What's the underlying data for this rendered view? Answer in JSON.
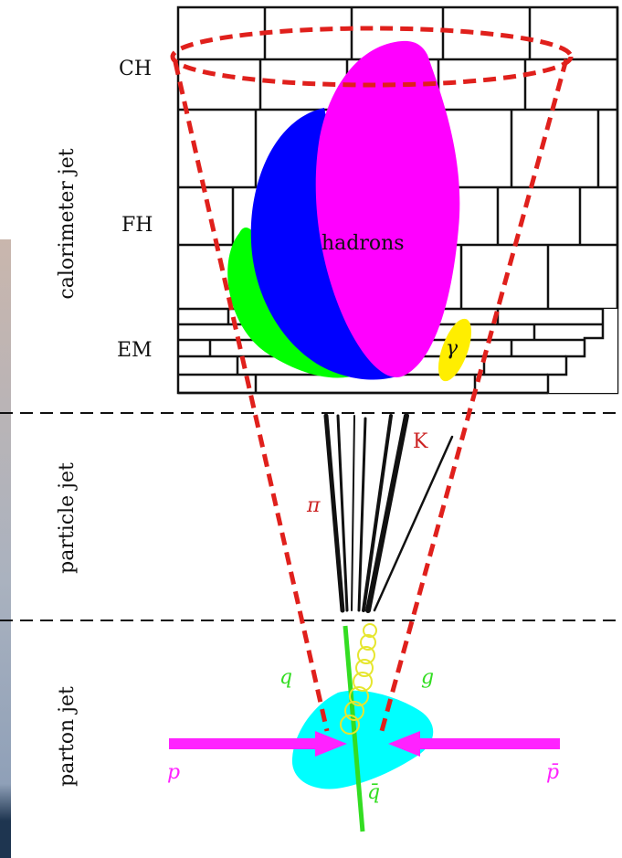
{
  "sections": {
    "calorimeter": "calorimeter jet",
    "particle": "particle jet",
    "parton": "parton jet"
  },
  "layers": {
    "ch": "CH",
    "fh": "FH",
    "em": "EM"
  },
  "labels": {
    "hadrons": "hadrons",
    "gamma": "γ",
    "kaon": "K",
    "pion": "π",
    "quark": "q",
    "gluon": "g",
    "antiquark": "q̄",
    "proton": "p",
    "antiproton": "p̄"
  },
  "colors": {
    "cone": "#e0201c",
    "hadron_magenta": "#ff00ff",
    "hadron_blue": "#0000ff",
    "hadron_green": "#00ff00",
    "photon_yellow": "#ffee00",
    "collision_cyan": "#00ffff",
    "gluon_yellow": "#e6e62e",
    "quark_green": "#33dd22",
    "beam_magenta": "#ff22ff",
    "kaon_red": "#cc2222",
    "pion_red": "#cc2222"
  }
}
